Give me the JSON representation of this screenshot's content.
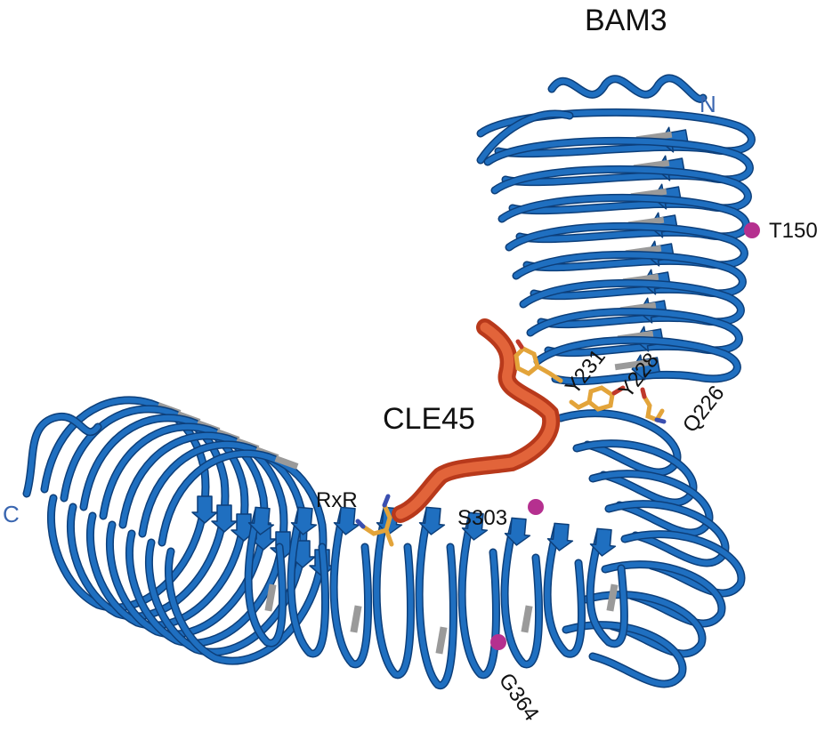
{
  "title": "BAM3",
  "peptide_label": "CLE45",
  "termini": {
    "n": "N",
    "c": "C"
  },
  "residues": {
    "t150": "T150",
    "y231": "Y231",
    "y228": "Y228",
    "q226": "Q226",
    "s303": "S303",
    "g364": "G364",
    "rxr": "RxR"
  },
  "colors": {
    "receptor": "#1f6fc0",
    "receptor_dark": "#0d3f7a",
    "sheet_gray": "#9a9a9a",
    "peptide": "#d9502a",
    "side_chain": "#e3a43a",
    "mutation_site": "#b5308f",
    "terminus_label": "#3a66b0"
  }
}
